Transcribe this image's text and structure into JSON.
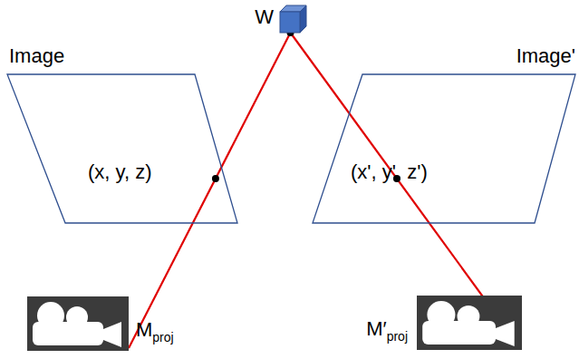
{
  "diagram": {
    "nodes": [
      {
        "text": [
          "W"
        ]
      },
      {
        "text": [
          "Image",
          "(x, y, z)"
        ]
      },
      {
        "text": [
          "Image'",
          "(x', y', z')"
        ]
      },
      {
        "text": [
          "M",
          "proj"
        ]
      },
      {
        "text": [
          "M′",
          "proj"
        ]
      }
    ],
    "edges": [
      {
        "from": 0,
        "to": 3,
        "arrow": "none"
      },
      {
        "from": 0,
        "to": 4,
        "arrow": "none"
      }
    ]
  }
}
